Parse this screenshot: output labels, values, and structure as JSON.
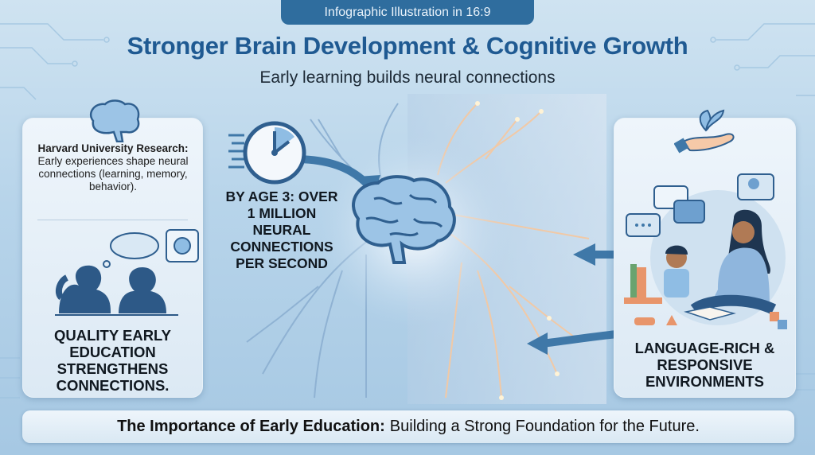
{
  "badge": {
    "label": "Infographic Illustration in 16:9"
  },
  "header": {
    "title": "Stronger Brain Development & Cognitive Growth",
    "subtitle": "Early learning builds neural connections"
  },
  "left_panel": {
    "icon": "brain-icon",
    "research_heading": "Harvard University Research:",
    "research_text": "Early experiences shape neural connections (learning, memory, behavior).",
    "illustration": "two-children-silhouettes-talking",
    "caption": "QUALITY EARLY EDUCATION STRENGTHENS CONNECTIONS."
  },
  "center": {
    "icon": "clock-icon",
    "stat": "BY AGE 3: OVER 1 MILLION NEURAL CONNECTIONS PER SECOND",
    "illustration": "glowing-brain-with-neurons"
  },
  "right_panel": {
    "icon": "hand-holding-sprout-icon",
    "illustration": "parent-and-child-reading-with-speech-bubbles",
    "caption": "LANGUAGE-RICH & RESPONSIVE ENVIRONMENTS"
  },
  "footer": {
    "bold": "The Importance of Early Education:",
    "text": "Building a Strong Foundation for the Future."
  },
  "colors": {
    "primary": "#1f5a92",
    "badge": "#2f6d9e",
    "accent_orange": "#e8956b",
    "card_bg": "#eef5fb"
  }
}
